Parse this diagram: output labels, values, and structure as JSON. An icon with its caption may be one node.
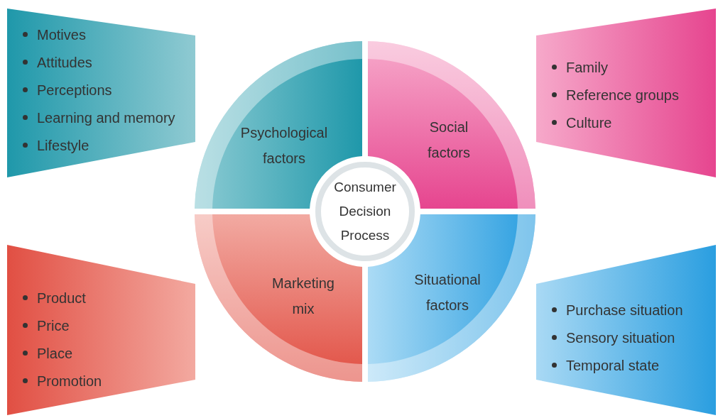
{
  "diagram": {
    "nodes": [
      {
        "text": [
          "Motives",
          "Attitudes",
          "Perceptions",
          "Learning and memory",
          "Lifestyle"
        ]
      },
      {
        "text": [
          "Psychological factors"
        ]
      },
      {
        "text": [
          "Social factors"
        ]
      },
      {
        "text": [
          "Family",
          "Reference groups",
          "Culture"
        ]
      },
      {
        "text": [
          "Consumer Decision Process"
        ]
      },
      {
        "text": [
          "Product",
          "Price",
          "Place",
          "Promotion"
        ]
      },
      {
        "text": [
          "Marketing mix"
        ]
      },
      {
        "text": [
          "Situational factors"
        ]
      },
      {
        "text": [
          "Purchase situation",
          "Sensory situation",
          "Temporal state"
        ]
      }
    ]
  }
}
